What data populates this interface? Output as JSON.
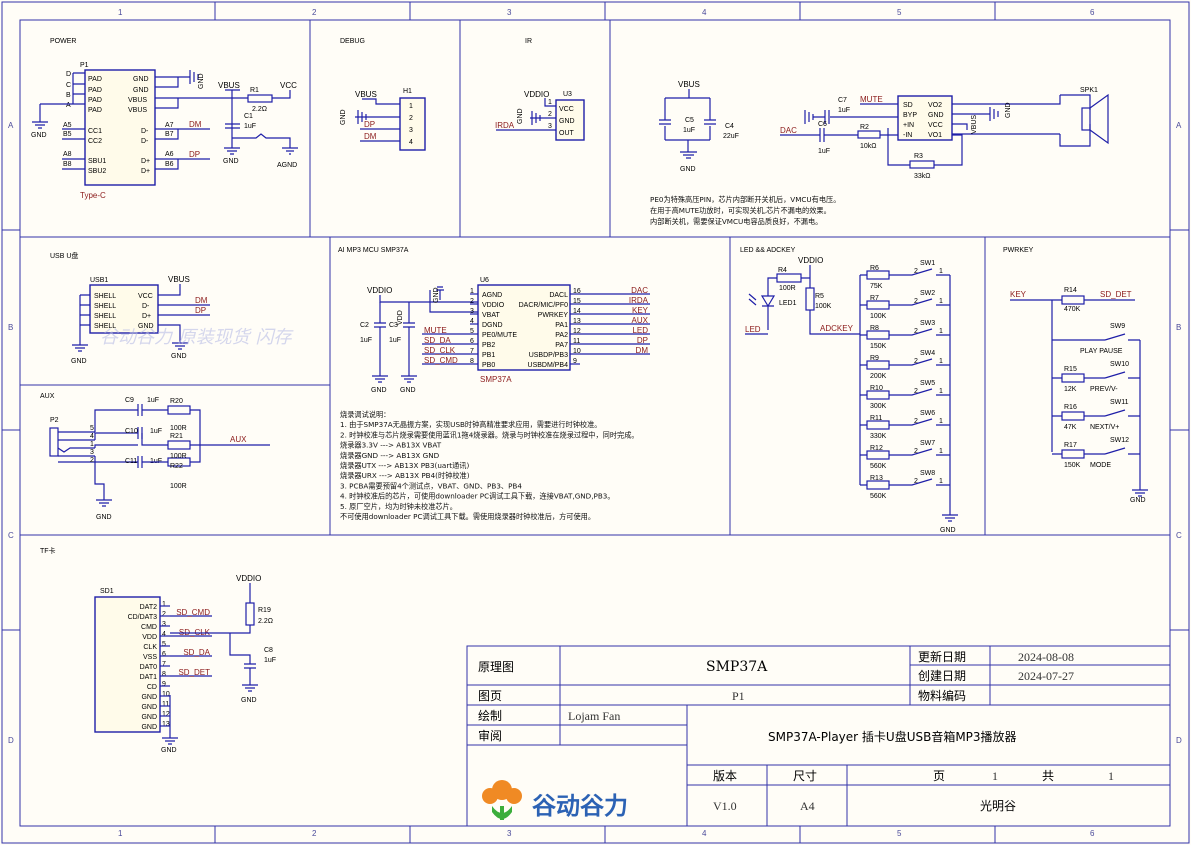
{
  "ruler": {
    "cols": [
      "1",
      "2",
      "3",
      "4",
      "5",
      "6"
    ],
    "rows": [
      "A",
      "B",
      "C",
      "D"
    ]
  },
  "sections": {
    "power": "POWER",
    "debug": "DEBUG",
    "ir": "IR",
    "usb": "USB U盘",
    "aux": "AUX",
    "mcu": "AI MP3 MCU SMP37A",
    "led": "LED && ADCKEY",
    "pwrkey": "PWRKEY",
    "tf": "TF卡"
  },
  "power": {
    "ref": "P1",
    "type": "Type-C",
    "pins_left": [
      "D",
      "C",
      "B",
      "A"
    ],
    "pads": [
      "PAD",
      "PAD",
      "PAD",
      "PAD",
      "CC1",
      "CC2",
      "SBU1",
      "SBU2"
    ],
    "right_names": [
      "GND",
      "GND",
      "VBUS",
      "VBUS",
      "D-",
      "D-",
      "D+",
      "D+"
    ],
    "pinnums": [
      "A5",
      "B5",
      "A8",
      "B8",
      "A7",
      "B7",
      "A6",
      "B6"
    ],
    "vbus": "VBUS",
    "r1": "R1",
    "r1v": "2.2Ω",
    "vcc": "VCC",
    "c1": "C1",
    "c1v": "1uF",
    "gnd": "GND",
    "agnd": "AGND",
    "dm": "DM",
    "dp": "DP"
  },
  "debug": {
    "ref": "H1",
    "vbus": "VBUS",
    "gnd": "GND",
    "dp": "DP",
    "dm": "DM",
    "pins": [
      "1",
      "2",
      "3",
      "4"
    ]
  },
  "ir": {
    "vddio": "VDDIO",
    "ref": "U3",
    "pins": [
      "VCC",
      "GND",
      "OUT"
    ],
    "nums": [
      "1",
      "2",
      "3"
    ],
    "irda": "IRDA",
    "gnd": "GND"
  },
  "spk": {
    "vbus": "VBUS",
    "c5": "C5",
    "c5v": "1uF",
    "c4": "C4",
    "c4v": "22uF",
    "gnd": "GND",
    "c7": "C7",
    "c7v": "1uF",
    "mute": "MUTE",
    "dac": "DAC",
    "c6": "C6",
    "c6v": "1uF",
    "r2": "R2",
    "r2v": "10kΩ",
    "r3": "R3",
    "r3v": "33kΩ",
    "amp_left": [
      "SD",
      "BYP",
      "+IN",
      "-IN"
    ],
    "amp_right": [
      "VO2",
      "GND",
      "VCC",
      "VO1"
    ],
    "spk": "SPK1",
    "vbus2": "VBUS",
    "gnd2": "GND",
    "note": [
      "PE0为特殊高压PIN，芯片内部断开关机后，VMCU有电压。",
      "在用于高MUTE功放时，可实现关机,芯片不漏电的效果。",
      "内部断关机，需要保证VMCU电容品质良好，不漏电。"
    ]
  },
  "usb": {
    "ref": "USB1",
    "vbus": "VBUS",
    "pins": [
      "SHELL",
      "SHELL",
      "SHELL",
      "SHELL"
    ],
    "right": [
      "VCC",
      "D-",
      "D+",
      "GND"
    ],
    "dm": "DM",
    "dp": "DP",
    "gnd": "GND",
    "gnd2": "GND"
  },
  "aux": {
    "ref": "P2",
    "c9": "C9",
    "c10": "C10",
    "c11": "C11",
    "cv": "1uF",
    "r20": "R20",
    "r21": "R21",
    "r22": "R22",
    "rv": "100R",
    "aux": "AUX",
    "gnd": "GND",
    "nums": [
      "5",
      "4",
      "1",
      "3",
      "2"
    ]
  },
  "mcu": {
    "ref": "U6",
    "part": "SMP37A",
    "vddio": "VDDIO",
    "c2": "C2",
    "c2v": "1uF",
    "c3": "C3",
    "c3v": "1uF",
    "gnd1": "GND",
    "gnd2": "GND",
    "vdd": "VDD",
    "gndtop": "GND",
    "left_pins": [
      "AGND",
      "VDDIO",
      "VBAT",
      "DGND",
      "PE0/MUTE",
      "PB2",
      "PB1",
      "PB0"
    ],
    "right_pins": [
      "DACL",
      "DACR/MIC/PF0",
      "PWRKEY",
      "PA1",
      "PA2",
      "PA7",
      "USBDP/PB3",
      "USBDM/PB4"
    ],
    "left_nums": [
      "1",
      "2",
      "3",
      "4",
      "5",
      "6",
      "7",
      "8"
    ],
    "right_nums": [
      "16",
      "15",
      "14",
      "13",
      "12",
      "11",
      "10",
      "9"
    ],
    "left_nets": [
      "",
      "",
      "",
      "",
      "MUTE",
      "SD_DA",
      "SD_CLK",
      "SD_CMD"
    ],
    "right_nets": [
      "DAC",
      "IRDA",
      "KEY",
      "AUX",
      "LED",
      "DP",
      "DM",
      ""
    ],
    "notes": [
      "烧录调试说明：",
      "1. 由于SMP37A无晶振方案，实现USB时钟高精准要求应用，需要进行时钟校准。",
      "2. 时钟校准与芯片烧录需要使用蓝讯1拖4烧录器。烧录与时钟校准在烧录过程中，同时完成。",
      "烧录器3.3V ---> AB13X VBAT",
      "烧录器GND ---> AB13X GND",
      "烧录器UTX ---> AB13X PB3(uart通讯)",
      "烧录器URX ---> AB13X PB4(时钟校准)",
      "3. PCBA需要预留4个测试点，VBAT、GND、PB3、PB4",
      "4. 时钟校准后的芯片，可使用downloader PC调试工具下载，连接VBAT,GND,PB3。",
      "5. 原厂空片，均为时钟未校准芯片。",
      "不可使用downloader PC调试工具下载。需使用烧录器时钟校准后，方可使用。"
    ]
  },
  "led": {
    "r4": "R4",
    "r4v": "100R",
    "vddio": "VDDIO",
    "r5": "R5",
    "r5v": "100K",
    "led1": "LED1",
    "led": "LED",
    "adckey": "ADCKEY",
    "gnd": "GND",
    "res": [
      {
        "n": "R6",
        "v": "75K",
        "sw": "SW1"
      },
      {
        "n": "R7",
        "v": "100K",
        "sw": "SW2"
      },
      {
        "n": "R8",
        "v": "150K",
        "sw": "SW3"
      },
      {
        "n": "R9",
        "v": "200K",
        "sw": "SW4"
      },
      {
        "n": "R10",
        "v": "300K",
        "sw": "SW5"
      },
      {
        "n": "R11",
        "v": "330K",
        "sw": "SW6"
      },
      {
        "n": "R12",
        "v": "560K",
        "sw": "SW7"
      },
      {
        "n": "R13",
        "v": "560K",
        "sw": "SW8"
      }
    ]
  },
  "pwrkey": {
    "key": "KEY",
    "r14": "R14",
    "r14v": "470K",
    "sddet": "SD_DET",
    "gnd": "GND",
    "items": [
      {
        "sw": "SW9",
        "label": "PLAY PAUSE",
        "r": "",
        "rv": ""
      },
      {
        "sw": "SW10",
        "label": "PREV/V-",
        "r": "R15",
        "rv": "12K"
      },
      {
        "sw": "SW11",
        "label": "NEXT/V+",
        "r": "R16",
        "rv": "47K"
      },
      {
        "sw": "SW12",
        "label": "MODE",
        "r": "R17",
        "rv": "150K"
      }
    ]
  },
  "tf": {
    "ref": "SD1",
    "vddio": "VDDIO",
    "r19": "R19",
    "r19v": "2.2Ω",
    "c8": "C8",
    "c8v": "1uF",
    "pins": [
      "DAT2",
      "CD/DAT3",
      "CMD",
      "VDD",
      "CLK",
      "VSS",
      "DAT0",
      "DAT1",
      "CD",
      "GND",
      "GND",
      "GND",
      "GND"
    ],
    "nums": [
      "1",
      "2",
      "3",
      "4",
      "5",
      "6",
      "7",
      "8",
      "9",
      "10",
      "11",
      "12",
      "13"
    ],
    "nets": [
      "",
      "SD_CMD",
      "",
      "SD_CLK",
      "",
      "SD_DA",
      "",
      "SD_DET"
    ],
    "gnd": "GND",
    "gnd2": "GND"
  },
  "watermark": "谷动谷力  原装现货  闪存",
  "title_block": {
    "schematic": "原理图",
    "name": "SMP37A",
    "update_label": "更新日期",
    "update": "2024-08-08",
    "create_label": "创建日期",
    "create": "2024-07-27",
    "page_label": "图页",
    "page": "P1",
    "material_label": "物料编码",
    "draw_label": "绘制",
    "drawer": "Lojam Fan",
    "review_label": "审阅",
    "title": "SMP37A-Player 插卡U盘USB音箱MP3播放器",
    "version_label": "版本",
    "size_label": "尺寸",
    "page_of_label": "页",
    "page_num": "1",
    "total_label": "共",
    "total": "1",
    "version": "V1.0",
    "size": "A4",
    "company": "光明谷",
    "logo_text": "谷动谷力"
  },
  "colors": {
    "wire": "#1f1fa8",
    "net": "#8b1a1a",
    "paper": "#fffdf7",
    "logo_orange": "#f08a24",
    "logo_green": "#3cae3c",
    "logo_blue": "#2c62b4"
  }
}
